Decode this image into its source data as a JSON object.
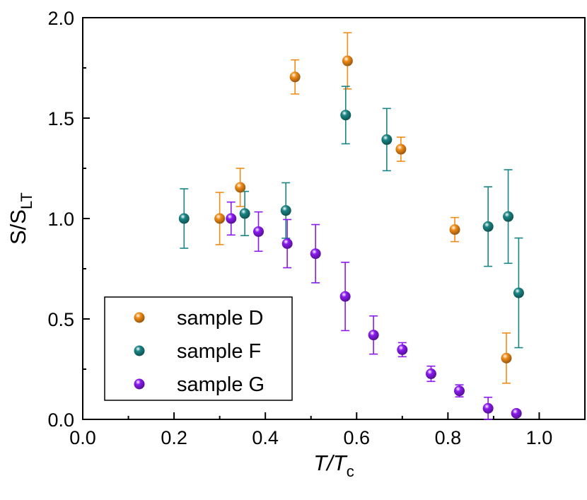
{
  "chart_data": {
    "type": "scatter",
    "xlabel_main": "T/T",
    "xlabel_sub": "c",
    "ylabel_main": "S/S",
    "ylabel_sub": "LT",
    "xlim": [
      0.0,
      1.1
    ],
    "ylim": [
      0.0,
      2.0
    ],
    "x_ticks": [
      "0.0",
      "0.2",
      "0.4",
      "0.6",
      "0.8",
      "1.0"
    ],
    "y_ticks": [
      "0.0",
      "0.5",
      "1.0",
      "1.5",
      "2.0"
    ],
    "grid": false,
    "legend_position": "bottom-left",
    "series": [
      {
        "name": "sample D",
        "color": "#F28C17",
        "points": [
          {
            "x": 0.3,
            "y": 1.0,
            "err": 0.13
          },
          {
            "x": 0.345,
            "y": 1.155,
            "err": 0.095
          },
          {
            "x": 0.465,
            "y": 1.705,
            "err": 0.085
          },
          {
            "x": 0.58,
            "y": 1.785,
            "err": 0.14
          },
          {
            "x": 0.697,
            "y": 1.345,
            "err": 0.06
          },
          {
            "x": 0.815,
            "y": 0.945,
            "err": 0.06
          },
          {
            "x": 0.928,
            "y": 0.305,
            "err": 0.125
          }
        ]
      },
      {
        "name": "sample F",
        "color": "#1A8585",
        "points": [
          {
            "x": 0.222,
            "y": 1.0,
            "err": 0.148
          },
          {
            "x": 0.355,
            "y": 1.025,
            "err": 0.11
          },
          {
            "x": 0.445,
            "y": 1.04,
            "err": 0.138
          },
          {
            "x": 0.576,
            "y": 1.515,
            "err": 0.143
          },
          {
            "x": 0.666,
            "y": 1.393,
            "err": 0.155
          },
          {
            "x": 0.888,
            "y": 0.96,
            "err": 0.198
          },
          {
            "x": 0.932,
            "y": 1.01,
            "err": 0.233
          },
          {
            "x": 0.955,
            "y": 0.63,
            "err": 0.273
          }
        ]
      },
      {
        "name": "sample G",
        "color": "#8A1AF0",
        "points": [
          {
            "x": 0.325,
            "y": 1.0,
            "err": 0.082
          },
          {
            "x": 0.385,
            "y": 0.935,
            "err": 0.098
          },
          {
            "x": 0.448,
            "y": 0.875,
            "err": 0.12
          },
          {
            "x": 0.51,
            "y": 0.825,
            "err": 0.145
          },
          {
            "x": 0.575,
            "y": 0.612,
            "err": 0.17
          },
          {
            "x": 0.637,
            "y": 0.42,
            "err": 0.095
          },
          {
            "x": 0.7,
            "y": 0.347,
            "err": 0.035
          },
          {
            "x": 0.763,
            "y": 0.227,
            "err": 0.038
          },
          {
            "x": 0.825,
            "y": 0.142,
            "err": 0.03
          },
          {
            "x": 0.888,
            "y": 0.055,
            "err": 0.055
          },
          {
            "x": 0.95,
            "y": 0.03,
            "err": 0.0
          }
        ]
      }
    ]
  }
}
